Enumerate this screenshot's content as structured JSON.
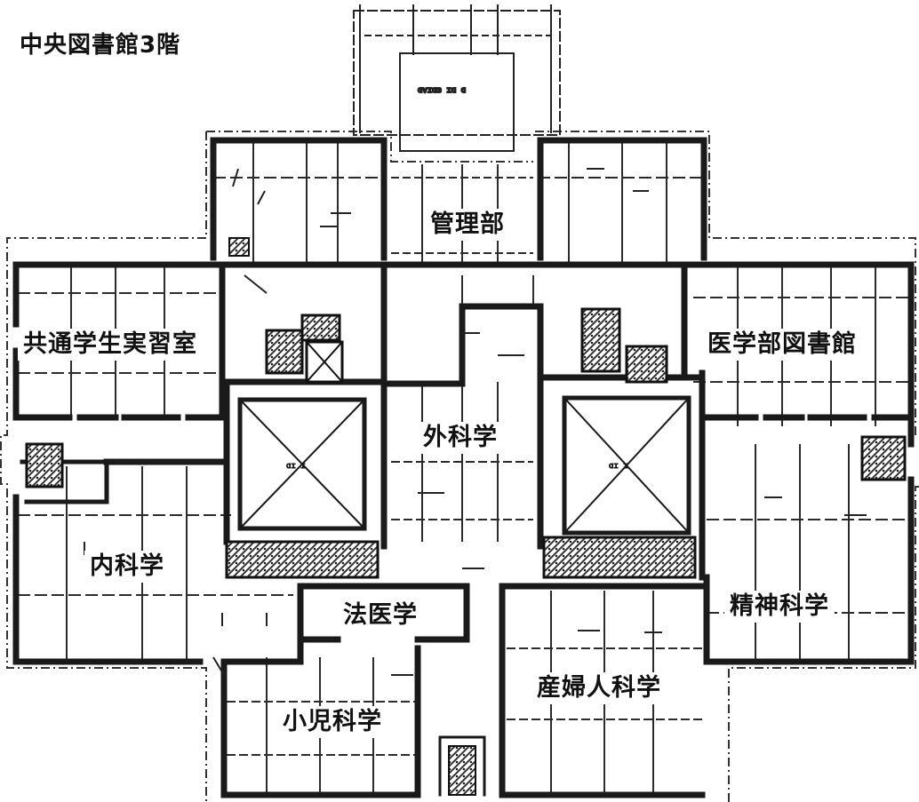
{
  "title": "中央図書館3階",
  "rooms": {
    "kanri": "管理部",
    "kyotsu": "共通学生実習室",
    "igakubu": "医学部図書館",
    "geka": "外科学",
    "naika": "内科学",
    "seishin": "精神科学",
    "hoi": "法医学",
    "sanfu": "産婦人科学",
    "shoni": "小児科学"
  },
  "colors": {
    "wall": "#1a1a1a",
    "grid": "#2b2b2b",
    "hatch": "#555555",
    "background": "#ffffff"
  }
}
